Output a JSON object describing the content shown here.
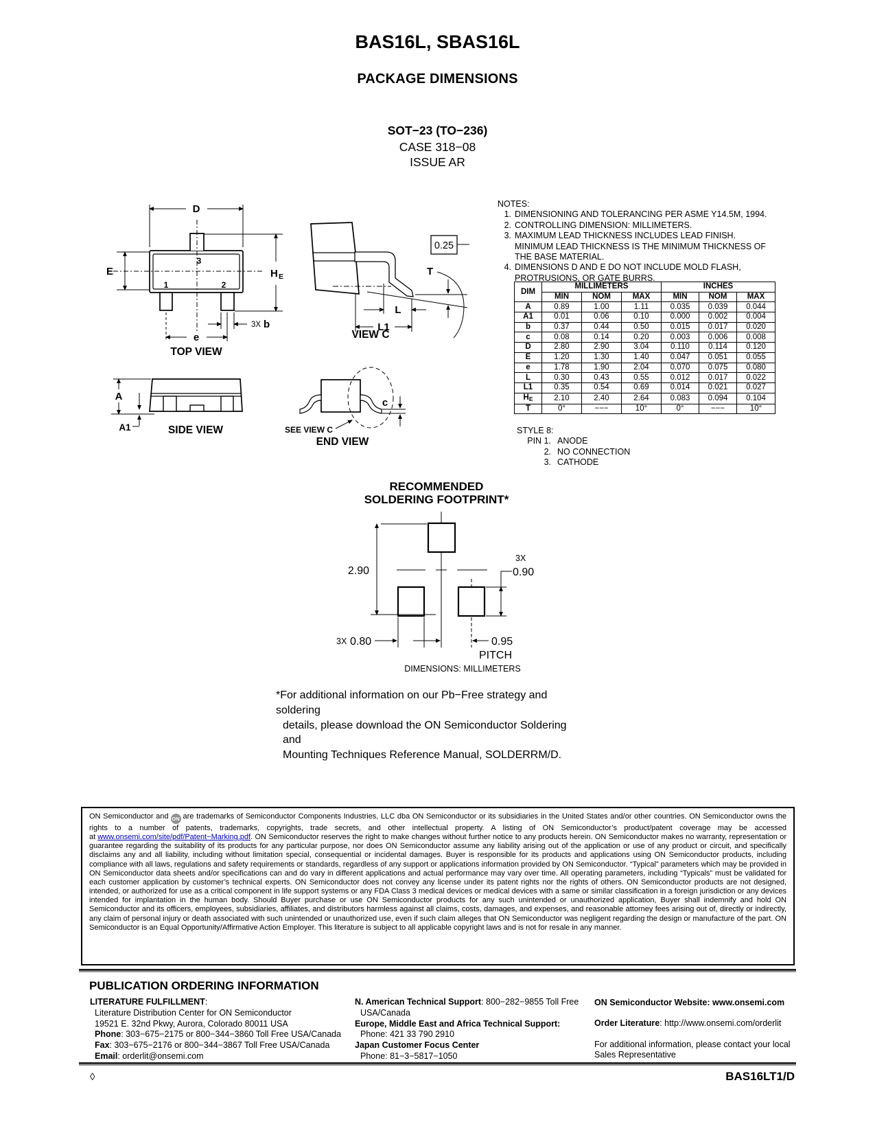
{
  "header": {
    "title": "BAS16L, SBAS16L",
    "section": "PACKAGE DIMENSIONS",
    "package": "SOT−23 (TO−236)",
    "case_line": "CASE 318−08",
    "issue_line": "ISSUE AR"
  },
  "drawing": {
    "top_view": {
      "caption": "TOP VIEW",
      "d": "D",
      "e": "E",
      "h": "H",
      "h_sub": "E",
      "pitch": "e",
      "qty": "3X",
      "b": "b",
      "pin1": "1",
      "pin2": "2",
      "pin3": "3"
    },
    "view_c": {
      "caption": "VIEW C",
      "l": "L",
      "l1": "L1",
      "t": "T",
      "gauge": "0.25"
    },
    "side_view": {
      "caption": "SIDE VIEW",
      "a": "A",
      "a1": "A1"
    },
    "end_view": {
      "caption": "END VIEW",
      "see": "SEE VIEW C",
      "c": "c"
    }
  },
  "not es_placeholder": "",
  "notes": {
    "heading": "NOTES:",
    "items": [
      {
        "num": "1.",
        "text": "DIMENSIONING AND TOLERANCING PER ASME Y14.5M, 1994."
      },
      {
        "num": "2.",
        "text": "CONTROLLING DIMENSION: MILLIMETERS."
      },
      {
        "num": "3.",
        "text": "MAXIMUM LEAD THICKNESS INCLUDES LEAD FINISH. MINIMUM LEAD THICKNESS IS THE MINIMUM THICKNESS OF THE BASE MATERIAL."
      },
      {
        "num": "4.",
        "text": "DIMENSIONS D AND E DO NOT INCLUDE MOLD FLASH, PROTRUSIONS, OR GATE BURRS."
      }
    ]
  },
  "table": {
    "dim_header": "DIM",
    "group_mm": "MILLIMETERS",
    "group_in": "INCHES",
    "cols": [
      "MIN",
      "NOM",
      "MAX",
      "MIN",
      "NOM",
      "MAX"
    ],
    "he_sub": "E",
    "rows": [
      [
        "A",
        "0.89",
        "1.00",
        "1.11",
        "0.035",
        "0.039",
        "0.044"
      ],
      [
        "A1",
        "0.01",
        "0.06",
        "0.10",
        "0.000",
        "0.002",
        "0.004"
      ],
      [
        "b",
        "0.37",
        "0.44",
        "0.50",
        "0.015",
        "0.017",
        "0.020"
      ],
      [
        "c",
        "0.08",
        "0.14",
        "0.20",
        "0.003",
        "0.006",
        "0.008"
      ],
      [
        "D",
        "2.80",
        "2.90",
        "3.04",
        "0.110",
        "0.114",
        "0.120"
      ],
      [
        "E",
        "1.20",
        "1.30",
        "1.40",
        "0.047",
        "0.051",
        "0.055"
      ],
      [
        "e",
        "1.78",
        "1.90",
        "2.04",
        "0.070",
        "0.075",
        "0.080"
      ],
      [
        "L",
        "0.30",
        "0.43",
        "0.55",
        "0.012",
        "0.017",
        "0.022"
      ],
      [
        "L1",
        "0.35",
        "0.54",
        "0.69",
        "0.014",
        "0.021",
        "0.027"
      ],
      [
        "H",
        "2.10",
        "2.40",
        "2.64",
        "0.083",
        "0.094",
        "0.104"
      ],
      [
        "T",
        "0°",
        "−−−",
        "10°",
        "0°",
        "−−−",
        "10°"
      ]
    ]
  },
  "style8": {
    "heading": "STYLE 8:",
    "pins": [
      {
        "num": "PIN 1.",
        "text": "ANODE"
      },
      {
        "num": "2.",
        "text": "NO CONNECTION"
      },
      {
        "num": "3.",
        "text": "CATHODE"
      }
    ]
  },
  "footprint": {
    "heading_line1": "RECOMMENDED",
    "heading_line2": "SOLDERING FOOTPRINT*",
    "height": "2.90",
    "qty1": "3X",
    "pad_height": "0.90",
    "qty2": "3X",
    "pad_width": "0.80",
    "pitch": "0.95",
    "pitch_word": "PITCH",
    "units": "DIMENSIONS: MILLIMETERS"
  },
  "footnote": {
    "line1": "*For additional information on our Pb−Free strategy and soldering",
    "line2": "details, please download the ON Semiconductor Soldering and",
    "line3": "Mounting Techniques Reference Manual, SOLDERRM/D."
  },
  "disclaimer": {
    "intro": "ON Semiconductor and",
    "logo": "ON",
    "part1": "are trademarks of Semiconductor Components Industries, LLC dba ON Semiconductor or its subsidiaries in the United States and/or other countries. ON Semiconductor owns the rights to a number of patents, trademarks, copyrights, trade secrets, and other intellectual property. A listing of ON Semiconductor’s product/patent coverage may be accessed at",
    "link": "www.onsemi.com/site/pdf/Patent−Marking.pdf",
    "part2": ". ON Semiconductor reserves the right to make changes without further notice to any products herein. ON Semiconductor makes no warranty, representation or guarantee regarding the suitability of its products for any particular purpose, nor does ON Semiconductor assume any liability arising out of the application or use of any product or circuit, and specifically disclaims any and all liability, including without limitation special, consequential or incidental damages. Buyer is responsible for its products and applications using ON Semiconductor products, including compliance with all laws, regulations and safety requirements or standards, regardless of any support or applications information provided by ON Semiconductor. “Typical” parameters which may be provided in ON Semiconductor data sheets and/or specifications can and do vary in different applications and actual performance may vary over time. All operating parameters, including “Typicals” must be validated for each customer application by customer’s technical experts. ON Semiconductor does not convey any license under its patent rights nor the rights of others. ON Semiconductor products are not designed, intended, or authorized for use as a critical component in life support systems or any FDA Class 3 medical devices or medical devices with a same or similar classification in a foreign jurisdiction or any devices intended for implantation in the human body. Should Buyer purchase or use ON Semiconductor products for any such unintended or unauthorized application, Buyer shall indemnify and hold ON Semiconductor and its officers, employees, subsidiaries, affiliates, and distributors harmless against all claims, costs, damages, and expenses, and reasonable attorney fees arising out of, directly or indirectly, any claim of personal injury or death associated with such unintended or unauthorized use, even if such claim alleges that ON Semiconductor was negligent regarding the design or manufacture of the part. ON Semiconductor is an Equal Opportunity/Affirmative Action Employer. This literature is subject to all applicable copyright laws and is not for resale in any manner."
  },
  "ordering": {
    "heading": "PUBLICATION ORDERING INFORMATION",
    "literature": {
      "title": "LITERATURE FULFILLMENT",
      "title_colon": ":",
      "line1": "Literature Distribution Center for ON Semiconductor",
      "line2": "19521 E. 32nd Pkwy, Aurora, Colorado 80011 USA",
      "phone_label": "Phone",
      "phone_value": ": 303−675−2175 or 800−344−3860 Toll Free USA/Canada",
      "fax_label": "Fax",
      "fax_value": ": 303−675−2176 or 800−344−3867 Toll Free USA/Canada",
      "email_label": "Email",
      "email_value": ": orderlit@onsemi.com"
    },
    "support": {
      "na_label": "N. American Technical Support",
      "na_value": ": 800−282−9855 Toll Free",
      "na_line2": "USA/Canada",
      "emea_label": "Europe, Middle East and Africa Technical Support:",
      "emea_phone": "Phone: 421 33 790 2910",
      "japan_label": "Japan Customer Focus Center",
      "japan_phone": "Phone: 81−3−5817−1050"
    },
    "website": {
      "web_label": "ON Semiconductor Website",
      "web_value": ": www.onsemi.com",
      "order_label": "Order Literature",
      "order_value": ": http://www.onsemi.com/orderlit",
      "contact_line1": "For additional information, please contact your local",
      "contact_line2": "Sales Representative"
    }
  },
  "footer": {
    "diamond": "◊",
    "doc_id": "BAS16LT1/D"
  }
}
